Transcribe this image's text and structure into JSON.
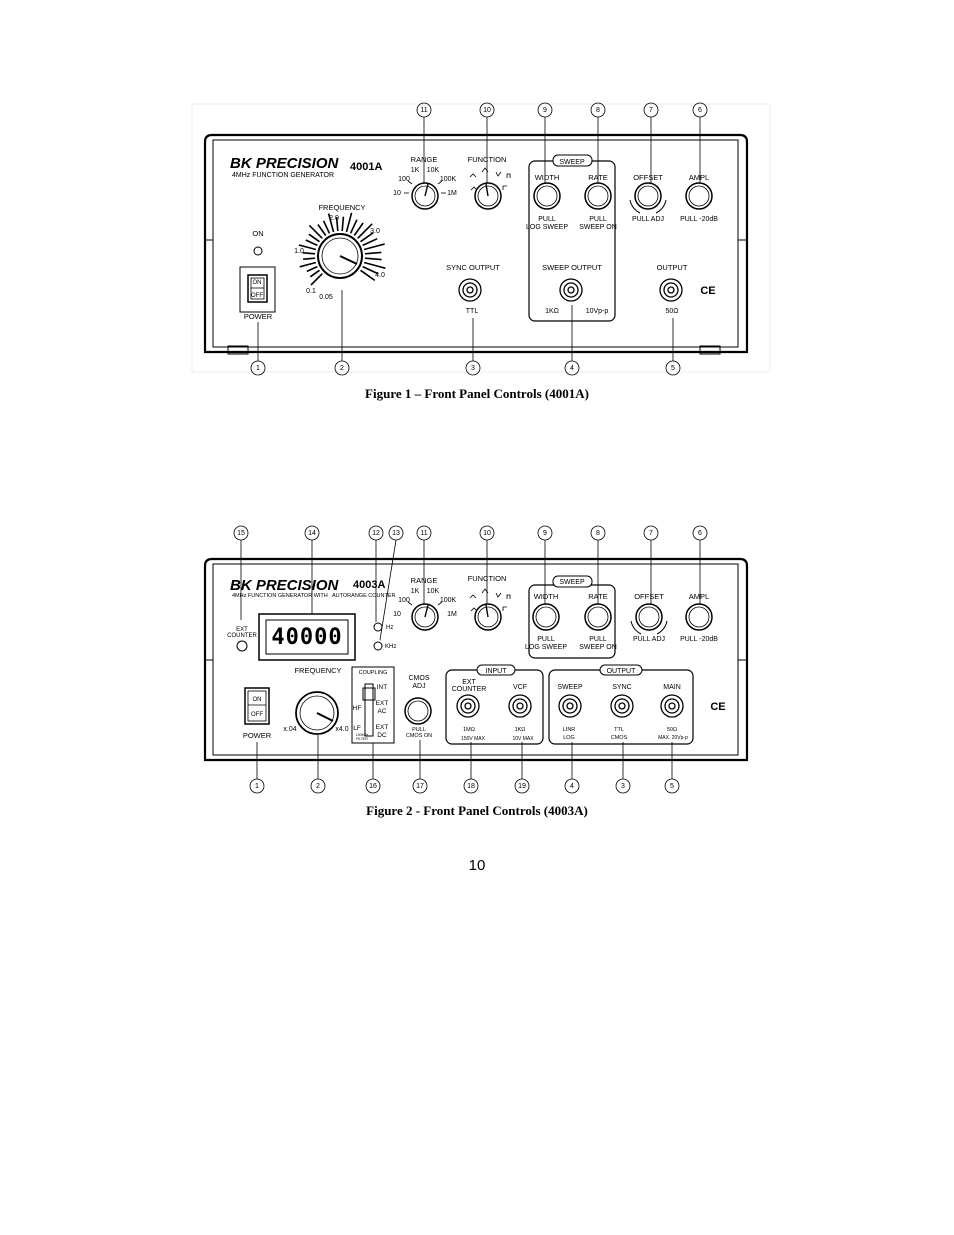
{
  "figure1": {
    "brand": "BK PRECISION",
    "model": "4001A",
    "subtitle": "4MHz FUNCTION GENERATOR",
    "labels": {
      "range": "RANGE",
      "range_ticks": [
        "1K",
        "10K",
        "100",
        "100K",
        "10",
        "1M"
      ],
      "function": "FUNCTION",
      "sweep": "SWEEP",
      "width": "WIDTH",
      "rate": "RATE",
      "offset": "OFFSET",
      "ampl": "AMPL",
      "pull_log_sweep_1": "PULL",
      "pull_log_sweep_2": "LOG SWEEP",
      "pull_sweep_on_1": "PULL",
      "pull_sweep_on_2": "SWEEP ON",
      "pull_adj": "PULL ADJ",
      "pull_20db": "PULL -20dB",
      "frequency": "FREQUENCY",
      "freq_ticks": [
        "2.0",
        "3.0",
        "1.0",
        "4.0",
        "0.1",
        "0.05"
      ],
      "on": "ON",
      "switch_on": "ON",
      "switch_off": "OFF",
      "power": "POWER",
      "sync_output": "SYNC OUTPUT",
      "ttl": "TTL",
      "sweep_output": "SWEEP OUTPUT",
      "sweep_1k": "1KΩ",
      "sweep_10vpp": "10Vp-p",
      "output": "OUTPUT",
      "ohm50": "50Ω",
      "ce": "CE"
    },
    "callouts_top": [
      "11",
      "10",
      "9",
      "8",
      "7",
      "6"
    ],
    "callouts_bottom": [
      "1",
      "2",
      "3",
      "4",
      "5"
    ],
    "caption": "Figure 1 – Front Panel Controls (4001A)"
  },
  "figure2": {
    "brand": "BK PRECISION",
    "model": "4003A",
    "subtitle": "4MHz FUNCTION GENERATOR WITH",
    "subtitle2": "AUTORANGE COUNTER",
    "display": "40000",
    "labels": {
      "range": "RANGE",
      "range_ticks": [
        "1K",
        "10K",
        "100",
        "100K",
        "10",
        "1M"
      ],
      "function": "FUNCTION",
      "sweep": "SWEEP",
      "width": "WIDTH",
      "rate": "RATE",
      "offset": "OFFSET",
      "ampl": "AMPL",
      "pull_log_sweep_1": "PULL",
      "pull_log_sweep_2": "LOG SWEEP",
      "pull_sweep_on_1": "PULL",
      "pull_sweep_on_2": "SWEEP ON",
      "pull_adj": "PULL ADJ",
      "pull_20db": "PULL -20dB",
      "ext_counter_1": "EXT",
      "ext_counter_2": "COUNTER",
      "hz": "Hz",
      "khz": "KHz",
      "frequency": "FREQUENCY",
      "x04": "x.04",
      "x40": "x4.0",
      "coupling": "COUPLING",
      "int": "INT",
      "hf": "HF",
      "ext_ac_1": "EXT",
      "ext_ac_2": "AC",
      "lf": "LF",
      "ext_dc_1": "EXT",
      "ext_dc_2": "DC",
      "filter_1": "100KHz",
      "filter_2": "FILTER",
      "cmos_adj_1": "CMOS",
      "cmos_adj_2": "ADJ",
      "pull_cmos_1": "PULL",
      "pull_cmos_2": "CMOS ON",
      "input": "INPUT",
      "ext_counter_in_1": "EXT",
      "ext_counter_in_2": "COUNTER",
      "vcf": "VCF",
      "in_1mohm": "1MΩ",
      "in_150v": "150V MAX",
      "in_1kohm": "1KΩ",
      "in_10v": "10V MAX",
      "output": "OUTPUT",
      "sweep_out": "SWEEP",
      "sync": "SYNC",
      "main": "MAIN",
      "linr": "LINR",
      "log": "LOG",
      "ttl": "TTL",
      "cmos": "CMOS",
      "ohm50": "50Ω",
      "max20": "MAX. 20Vp-p",
      "switch_on": "ON",
      "switch_off": "OFF",
      "power": "POWER",
      "ce": "CE"
    },
    "callouts_top": [
      "15",
      "14",
      "12",
      "13",
      "11",
      "10",
      "9",
      "8",
      "7",
      "6"
    ],
    "callouts_bottom": [
      "1",
      "2",
      "16",
      "17",
      "18",
      "19",
      "4",
      "3",
      "5"
    ],
    "caption": "Figure 2 - Front Panel Controls (4003A)"
  },
  "page_number": "10"
}
